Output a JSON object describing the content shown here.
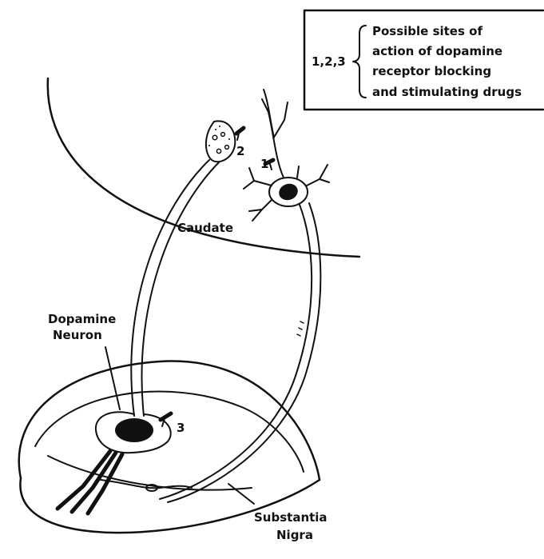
{
  "legend": {
    "sites": "1,2,3",
    "lines": [
      "Possible sites of",
      "action of dopamine",
      "receptor blocking",
      "and stimulating drugs"
    ]
  },
  "labels": {
    "caudate": "Caudate",
    "dopamine_neuron": [
      "Dopamine",
      "Neuron"
    ],
    "substantia_nigra": [
      "Substantia",
      "Nigra"
    ],
    "site_1": "1",
    "site_2": "2",
    "site_3": "3"
  }
}
